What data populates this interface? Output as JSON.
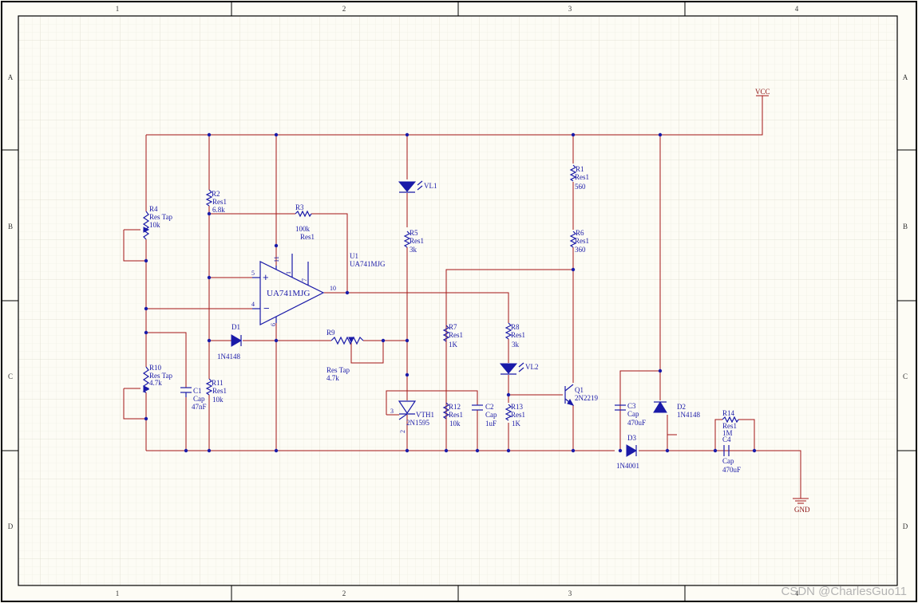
{
  "frame": {
    "columns": [
      "1",
      "2",
      "3",
      "4"
    ],
    "rows": [
      "A",
      "B",
      "C",
      "D"
    ]
  },
  "power": {
    "vcc": "VCC",
    "gnd": "GND"
  },
  "components": {
    "R1": {
      "ref": "R1",
      "type": "Res1",
      "value": "560"
    },
    "R2": {
      "ref": "R2",
      "type": "Res1",
      "value": "6.8k"
    },
    "R3": {
      "ref": "R3",
      "type": "Res1",
      "value": "100k"
    },
    "R4": {
      "ref": "R4",
      "type": "Res Tap",
      "value": "10k"
    },
    "R5": {
      "ref": "R5",
      "type": "Res1",
      "value": "3k"
    },
    "R6": {
      "ref": "R6",
      "type": "Res1",
      "value": "360"
    },
    "R7": {
      "ref": "R7",
      "type": "Res1",
      "value": "1K"
    },
    "R8": {
      "ref": "R8",
      "type": "Res1",
      "value": "3k"
    },
    "R9": {
      "ref": "R9",
      "type": "Res Tap",
      "value": "4.7k"
    },
    "R10": {
      "ref": "R10",
      "type": "Res Tap",
      "value": "4.7k"
    },
    "R11": {
      "ref": "R11",
      "type": "Res1",
      "value": "10k"
    },
    "R12": {
      "ref": "R12",
      "type": "Res1",
      "value": "10k"
    },
    "R13": {
      "ref": "R13",
      "type": "Res1",
      "value": "1K"
    },
    "R14": {
      "ref": "R14",
      "type": "Res1",
      "value": "1M"
    },
    "C1": {
      "ref": "C1",
      "type": "Cap",
      "value": "47nF"
    },
    "C2": {
      "ref": "C2",
      "type": "Cap",
      "value": "1uF"
    },
    "C3": {
      "ref": "C3",
      "type": "Cap",
      "value": "470uF"
    },
    "C4": {
      "ref": "C4",
      "type": "Cap",
      "value": "470uF"
    },
    "D1": {
      "ref": "D1",
      "value": "1N4148"
    },
    "D2": {
      "ref": "D2",
      "value": "1N4148"
    },
    "D3": {
      "ref": "D3",
      "value": "1N4001"
    },
    "VL1": {
      "ref": "VL1"
    },
    "VL2": {
      "ref": "VL2"
    },
    "VTH1": {
      "ref": "VTH1",
      "value": "2N1595"
    },
    "Q1": {
      "ref": "Q1",
      "value": "2N2219"
    },
    "U1": {
      "ref": "U1",
      "value": "UA741MJG",
      "body": "UA741MJG"
    }
  },
  "pins": {
    "u1_plus": "5",
    "u1_minus": "4",
    "u1_out": "10",
    "u1_v_top": "11",
    "u1_v_bot": "6",
    "u1_off1": "1",
    "u1_off2": "7",
    "vth_gate": "3",
    "vth_cath": "2"
  },
  "watermark": "CSDN @CharlesGuo11"
}
